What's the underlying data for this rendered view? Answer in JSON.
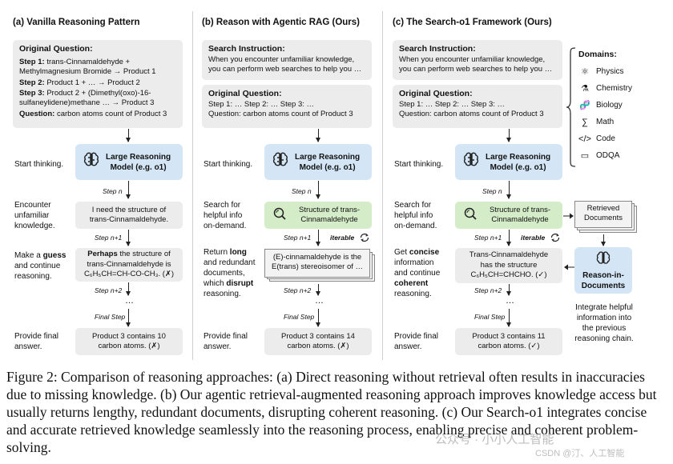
{
  "panels": {
    "a": {
      "title": "(a) Vanilla Reasoning Pattern",
      "question_title": "Original Question:",
      "q_lines": [
        {
          "bold": "Step 1:",
          "text": " trans-Cinnamaldehyde +"
        },
        {
          "bold": "",
          "text": "Methylmagnesium Bromide → Product 1"
        },
        {
          "bold": "Step 2:",
          "text": " Product 1 + … → Product 2"
        },
        {
          "bold": "Step 3:",
          "text": " Product 2 + (Dimethyl(oxo)-16-"
        },
        {
          "bold": "",
          "text": "sulfaneylidene)methane … → Product 3"
        },
        {
          "bold": "Question:",
          "text": " carbon atoms count of Product 3"
        }
      ],
      "start_label": "Start thinking.",
      "model_label_1": "Large Reasoning",
      "model_label_2": "Model (e.g. o1)",
      "step_n": "Step n",
      "encounter": [
        "Encounter",
        "unfamiliar",
        "knowledge."
      ],
      "need_1": "I need the structure of",
      "need_2": "trans-Cinnamaldehyde.",
      "step_n1": "Step n+1",
      "guess": [
        "Make a ",
        "guess",
        "and continue",
        "reasoning."
      ],
      "perhaps_bold": "Perhaps",
      "perhaps_rest": " the structure of",
      "perhaps_2": "trans-Cinnamaldehyde is",
      "perhaps_3": "C₆H₅CH=CH-CO-CH₃. (✗)",
      "step_n2": "Step n+2",
      "ellipsis": "…",
      "final_step": "Final Step",
      "provide": [
        "Provide final",
        "answer."
      ],
      "answer_1": "Product 3 contains 10",
      "answer_2": "carbon atoms. (✗)"
    },
    "b": {
      "title": "(b) Reason with Agentic RAG (Ours)",
      "instr_title": "Search Instruction:",
      "instr_1": "When you encounter unfamiliar knowledge,",
      "instr_2": "you can perform web searches to help you …",
      "question_title": "Original Question:",
      "q_1": "Step 1: … Step 2: … Step 3: …",
      "q_2": "Question: carbon atoms count of Product 3",
      "start_label": "Start thinking.",
      "model_label_1": "Large Reasoning",
      "model_label_2": "Model (e.g. o1)",
      "step_n": "Step n",
      "search_side": [
        "Search for",
        "helpful info",
        "on-demand."
      ],
      "search_1": "Structure of trans-",
      "search_2": "Cinnamaldehyde",
      "step_n1": "Step n+1",
      "iterable": "iterable",
      "return_side": [
        "Return ",
        "long",
        "and redundant",
        "documents,",
        "which ",
        "disrupt",
        "reasoning."
      ],
      "doc_1": "(E)-cinnamaldehyde is the",
      "doc_2": "E(trans) stereoisomer of …",
      "step_n2": "Step n+2",
      "ellipsis": "…",
      "final_step": "Final Step",
      "provide": [
        "Provide final",
        "answer."
      ],
      "answer_1": "Product 3 contains 14",
      "answer_2": "carbon atoms. (✗)"
    },
    "c": {
      "title": "(c) The Search-o1 Framework (Ours)",
      "instr_title": "Search Instruction:",
      "instr_1": "When you encounter unfamiliar knowledge,",
      "instr_2": "you can perform web searches to help you …",
      "question_title": "Original Question:",
      "q_1": "Step 1: … Step 2: … Step 3: …",
      "q_2": "Question: carbon atoms count of Product 3",
      "start_label": "Start thinking.",
      "model_label_1": "Large Reasoning",
      "model_label_2": "Model (e.g. o1)",
      "step_n": "Step n",
      "search_side": [
        "Search for",
        "helpful info",
        "on-demand."
      ],
      "search_1": "Structure of trans-",
      "search_2": "Cinnamaldehyde",
      "retrieved_1": "Retrieved",
      "retrieved_2": "Documents",
      "step_n1": "Step n+1",
      "iterable": "iterable",
      "get_side": [
        "Get ",
        "concise",
        "information",
        "and continue",
        "coherent",
        "reasoning."
      ],
      "trans_1": "Trans-Cinnamaldehyde",
      "trans_2": "has the structure",
      "trans_3": "C₆H₅CH=CHCHO. (✓)",
      "rid_1": "Reason-in-",
      "rid_2": "Documents",
      "integrate": [
        "Integrate helpful",
        "information into",
        "the previous",
        "reasoning chain."
      ],
      "domains_title": "Domains:",
      "domains": [
        {
          "icon": "physics-icon",
          "label": "Physics"
        },
        {
          "icon": "chemistry-icon",
          "label": "Chemistry"
        },
        {
          "icon": "biology-icon",
          "label": "Biology"
        },
        {
          "icon": "math-icon",
          "label": "Math"
        },
        {
          "icon": "code-icon",
          "label": "Code"
        },
        {
          "icon": "odqa-icon",
          "label": "ODQA"
        }
      ],
      "step_n2": "Step n+2",
      "ellipsis": "…",
      "final_step": "Final Step",
      "provide": [
        "Provide final",
        "answer."
      ],
      "answer_1": "Product 3 contains 11",
      "answer_2": "carbon atoms. (✓)"
    }
  },
  "caption": "Figure 2: Comparison of reasoning approaches: (a) Direct reasoning without retrieval often results in inaccuracies due to missing knowledge. (b) Our agentic retrieval-augmented reasoning approach improves knowledge access but usually returns lengthy, redundant documents, disrupting coherent reasoning. (c) Our Search-o1 integrates concise and accurate retrieved knowledge seamlessly into the reasoning process, enabling precise and coherent problem-solving.",
  "watermark_1": "公众号 · 小小人工智能",
  "watermark_2": "CSDN @汀、人工智能",
  "colors": {
    "model_box": "#d4e6f6",
    "search_box": "#d4ecc8",
    "gray_box": "#ececec"
  }
}
